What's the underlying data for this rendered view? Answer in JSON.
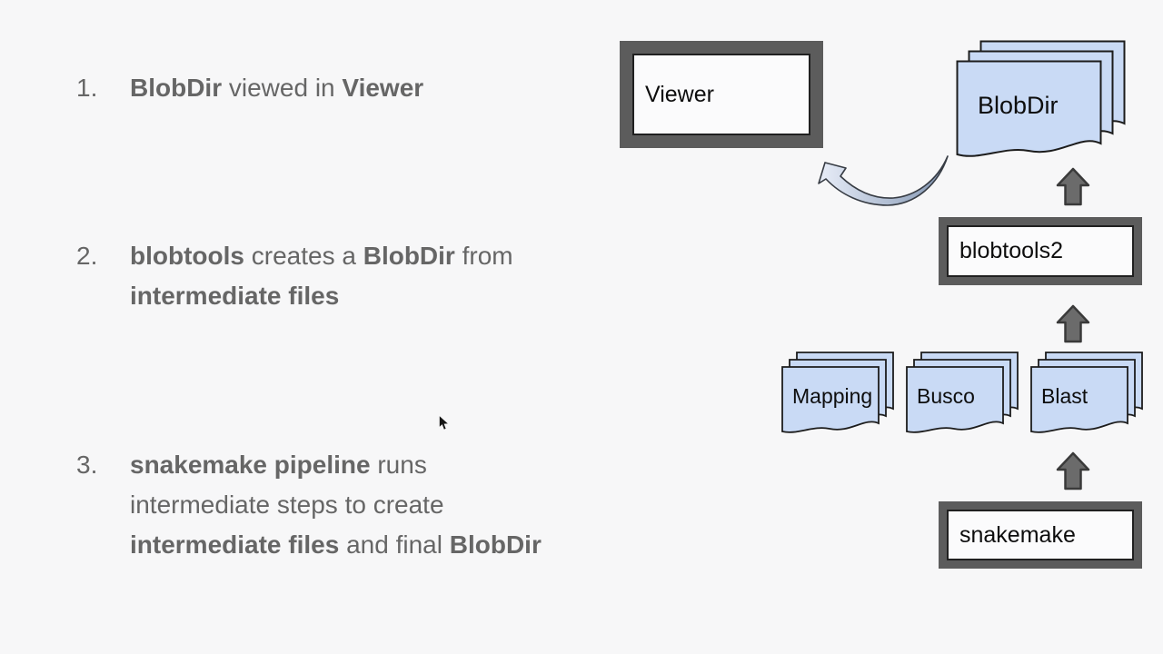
{
  "slide": {
    "background": "#f7f7f8",
    "list_text_color": "#666666",
    "items": [
      {
        "number": "1.",
        "lines": [
          [
            {
              "t": "BlobDir",
              "b": true
            },
            {
              "t": " viewed in ",
              "b": false
            },
            {
              "t": "Viewer",
              "b": true
            }
          ]
        ]
      },
      {
        "number": "2.",
        "lines": [
          [
            {
              "t": "blobtools",
              "b": true
            },
            {
              "t": " creates a ",
              "b": false
            },
            {
              "t": "BlobDir",
              "b": true
            },
            {
              "t": " from",
              "b": false
            }
          ],
          [
            {
              "t": "intermediate files",
              "b": true
            }
          ]
        ]
      },
      {
        "number": "3.",
        "lines": [
          [
            {
              "t": "snakemake pipeline",
              "b": true
            },
            {
              "t": " runs",
              "b": false
            }
          ],
          [
            {
              "t": "intermediate steps to create",
              "b": false
            }
          ],
          [
            {
              "t": "intermediate files",
              "b": true
            },
            {
              "t": " and final ",
              "b": false
            },
            {
              "t": "BlobDir",
              "b": true
            }
          ]
        ]
      }
    ]
  },
  "diagram": {
    "viewer_label": "Viewer",
    "blobdir_label": "BlobDir",
    "blobtools_label": "blobtools2",
    "file_stacks": [
      "Mapping",
      "Busco",
      "Blast"
    ],
    "snakemake_label": "snakemake",
    "icons": {
      "curved_arrow": "curved-arrow-left",
      "up_arrows": "block-arrow-up",
      "cursor": "mouse-pointer"
    },
    "colors": {
      "doc_fill": "#c9daf5",
      "doc_stroke": "#1c1c1c",
      "box_frame": "#5c5c5c",
      "box_inner_bg": "#fbfbfc",
      "box_inner_border": "#202020",
      "arrow_fill": "#6b6b6b",
      "arrow_stroke": "#3a3a3a",
      "curve_gradient_light": "#e9eef9",
      "curve_gradient_dark": "#8195b2",
      "label_text": "#0d0d0d"
    }
  }
}
